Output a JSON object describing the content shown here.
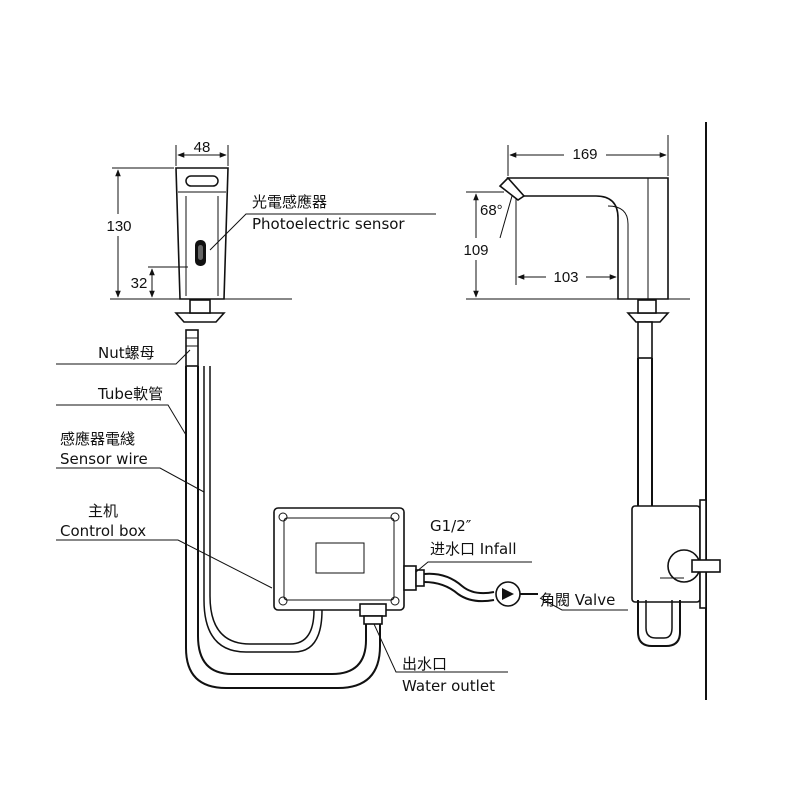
{
  "dimensions": {
    "front_width": "48",
    "front_height": "130",
    "sensor_height": "32",
    "side_length": "169",
    "spout_angle": "68°",
    "spout_height": "109",
    "spout_reach": "103"
  },
  "labels": {
    "sensor_cn": "光電感應器",
    "sensor_en": "Photoelectric sensor",
    "nut": "Nut螺母",
    "tube": "Tube軟管",
    "sensor_wire_cn": "感應器電綫",
    "sensor_wire_en": "Sensor wire",
    "control_box_cn": "主机",
    "control_box_en": "Control box",
    "thread": "G1/2″",
    "infall": "进水口 Infall",
    "valve": "角閥 Valve",
    "outlet_cn": "出水口",
    "outlet_en": "Water outlet"
  }
}
